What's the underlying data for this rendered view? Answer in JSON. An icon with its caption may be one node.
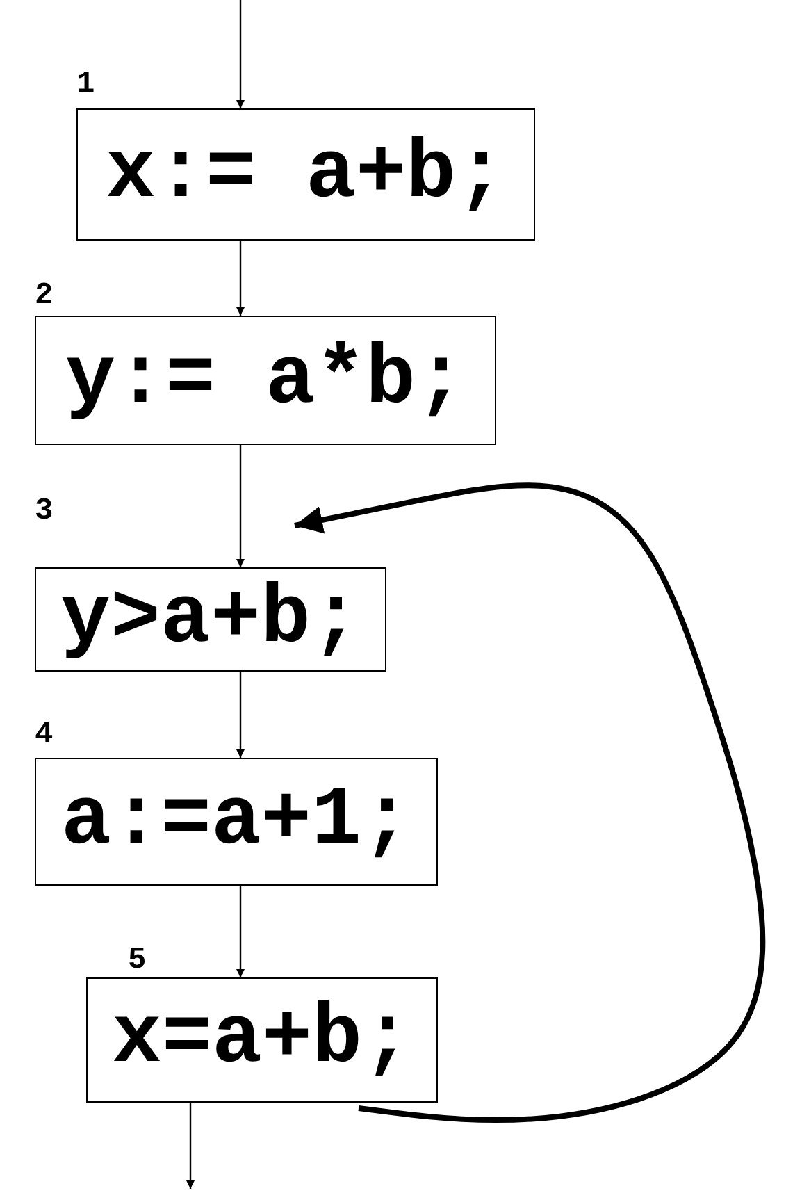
{
  "diagram": {
    "nodes": [
      {
        "text": [
          "x:= a+b;"
        ],
        "beside": [
          "1"
        ]
      },
      {
        "text": [
          "y:= a*b;"
        ],
        "beside": [
          "2"
        ]
      },
      {
        "text": [
          "y>a+b;"
        ],
        "beside": [
          "3"
        ]
      },
      {
        "text": [
          "a:=a+1;"
        ],
        "beside": [
          "4"
        ]
      },
      {
        "text": [
          "x=a+b;"
        ],
        "beside": [
          "5"
        ]
      }
    ],
    "edges": [
      {
        "from": null,
        "to": 0,
        "arrow": "to"
      },
      {
        "from": 0,
        "to": 1,
        "arrow": "to"
      },
      {
        "from": 1,
        "to": 2,
        "arrow": "to"
      },
      {
        "from": 2,
        "to": 3,
        "arrow": "to"
      },
      {
        "from": 3,
        "to": 4,
        "arrow": "to"
      },
      {
        "from": 4,
        "to": null,
        "arrow": "to"
      },
      {
        "from": 4,
        "to": 2,
        "arrow": "to",
        "style": "thick"
      }
    ]
  }
}
